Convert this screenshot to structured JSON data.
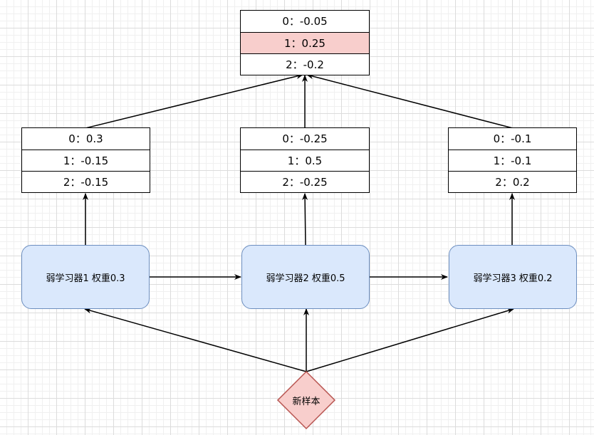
{
  "output_table": {
    "rows": [
      "0：-0.05",
      "1：0.25",
      "2：-0.2"
    ],
    "highlight_color": "#f8cecc"
  },
  "learner_outputs": [
    {
      "rows": [
        "0：0.3",
        "1：-0.15",
        "2：-0.15"
      ]
    },
    {
      "rows": [
        "0：-0.25",
        "1：0.5",
        "2：-0.25"
      ]
    },
    {
      "rows": [
        "0：-0.1",
        "1：-0.1",
        "2：0.2"
      ]
    }
  ],
  "learners": [
    {
      "label": "弱学习器1 权重0.3"
    },
    {
      "label": "弱学习器2 权重0.5"
    },
    {
      "label": "弱学习器3 权重0.2"
    }
  ],
  "sample": {
    "label": "新样本",
    "fill": "#f8cecc",
    "stroke": "#b85450"
  },
  "colors": {
    "learner_fill": "#dae8fc",
    "learner_stroke": "#6c8ebf",
    "edge": "#000000"
  }
}
